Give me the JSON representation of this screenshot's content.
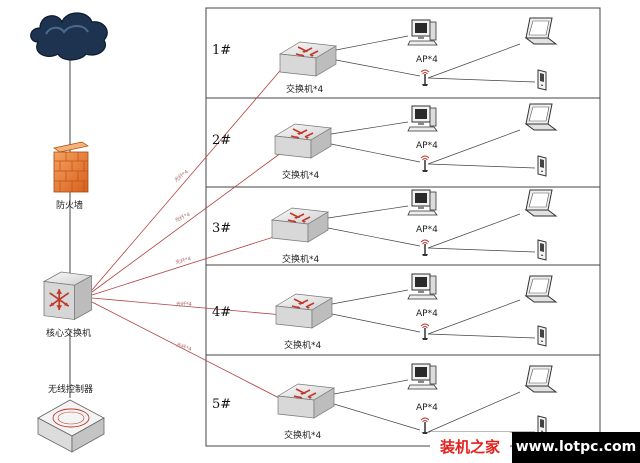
{
  "diagram": {
    "firewall_label": "防火墙",
    "core_switch_label": "核心交换机",
    "controller_label": "无线控制器",
    "fiber_label": "光纤*4",
    "floors": [
      {
        "label": "1#",
        "switch_label": "交换机*4",
        "ap_label": "AP*4"
      },
      {
        "label": "2#",
        "switch_label": "交换机*4",
        "ap_label": "AP*4"
      },
      {
        "label": "3#",
        "switch_label": "交换机*4",
        "ap_label": "AP*4"
      },
      {
        "label": "4#",
        "switch_label": "交换机*4",
        "ap_label": "AP*4"
      },
      {
        "label": "5#",
        "switch_label": "交换机*4",
        "ap_label": "AP*4"
      }
    ]
  },
  "watermark": {
    "cn_text": "装机之家",
    "url_text": "www.lotpc.com"
  },
  "colors": {
    "link_red": "#b34040",
    "switch_body": "#e8e8e8",
    "firewall": "#e8742a",
    "cloud": "#1e3350"
  }
}
